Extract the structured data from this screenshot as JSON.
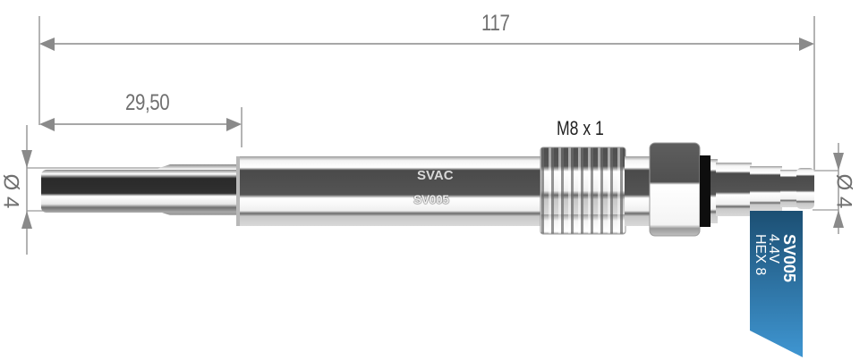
{
  "diagram": {
    "type": "technical-drawing",
    "subject": "glow plug",
    "dimensions": {
      "overall_length": "117",
      "tip_length": "29,50",
      "tip_diameter": "Ø 4",
      "terminal_diameter": "Ø 4",
      "thread": "M8 x 1"
    },
    "body_markings": {
      "brand": "SVAC",
      "part_number": "SV005"
    },
    "tag": {
      "part_number": "SV005",
      "voltage": "4.4V",
      "hex": "HEX 8",
      "color_top": "#1c4f73",
      "color_bottom": "#3f96d2"
    },
    "colors": {
      "dimension_line": "#8a8a8a",
      "dimension_text": "#707070"
    }
  }
}
